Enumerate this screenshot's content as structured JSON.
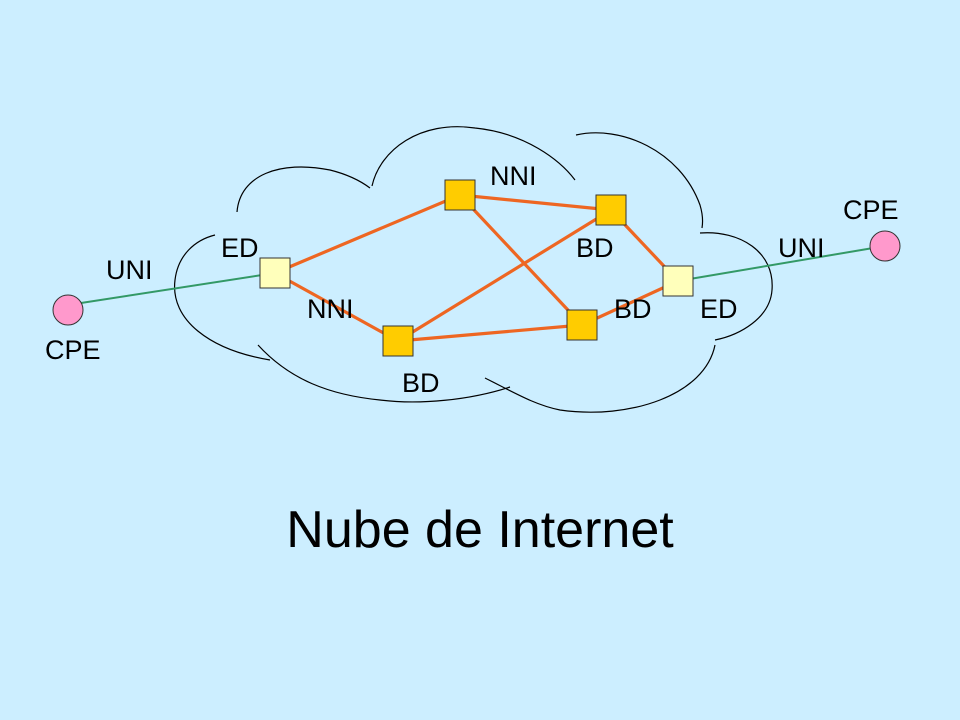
{
  "caption": "Nube de Internet",
  "colors": {
    "background": "#cceeff",
    "core_link": "#ee6622",
    "access_link": "#339966",
    "edge_node": "#ffffbb",
    "core_node": "#ffcc00",
    "cpe_node": "#ff99cc",
    "cloud_outline": "#000000"
  },
  "labels": {
    "nni_top": "NNI",
    "cpe_right": "CPE",
    "ed_left": "ED",
    "bd_top_right": "BD",
    "uni_right": "UNI",
    "uni_left": "UNI",
    "nni_left": "NNI",
    "bd_mid_right": "BD",
    "ed_right": "ED",
    "cpe_left": "CPE",
    "bd_bottom": "BD"
  }
}
